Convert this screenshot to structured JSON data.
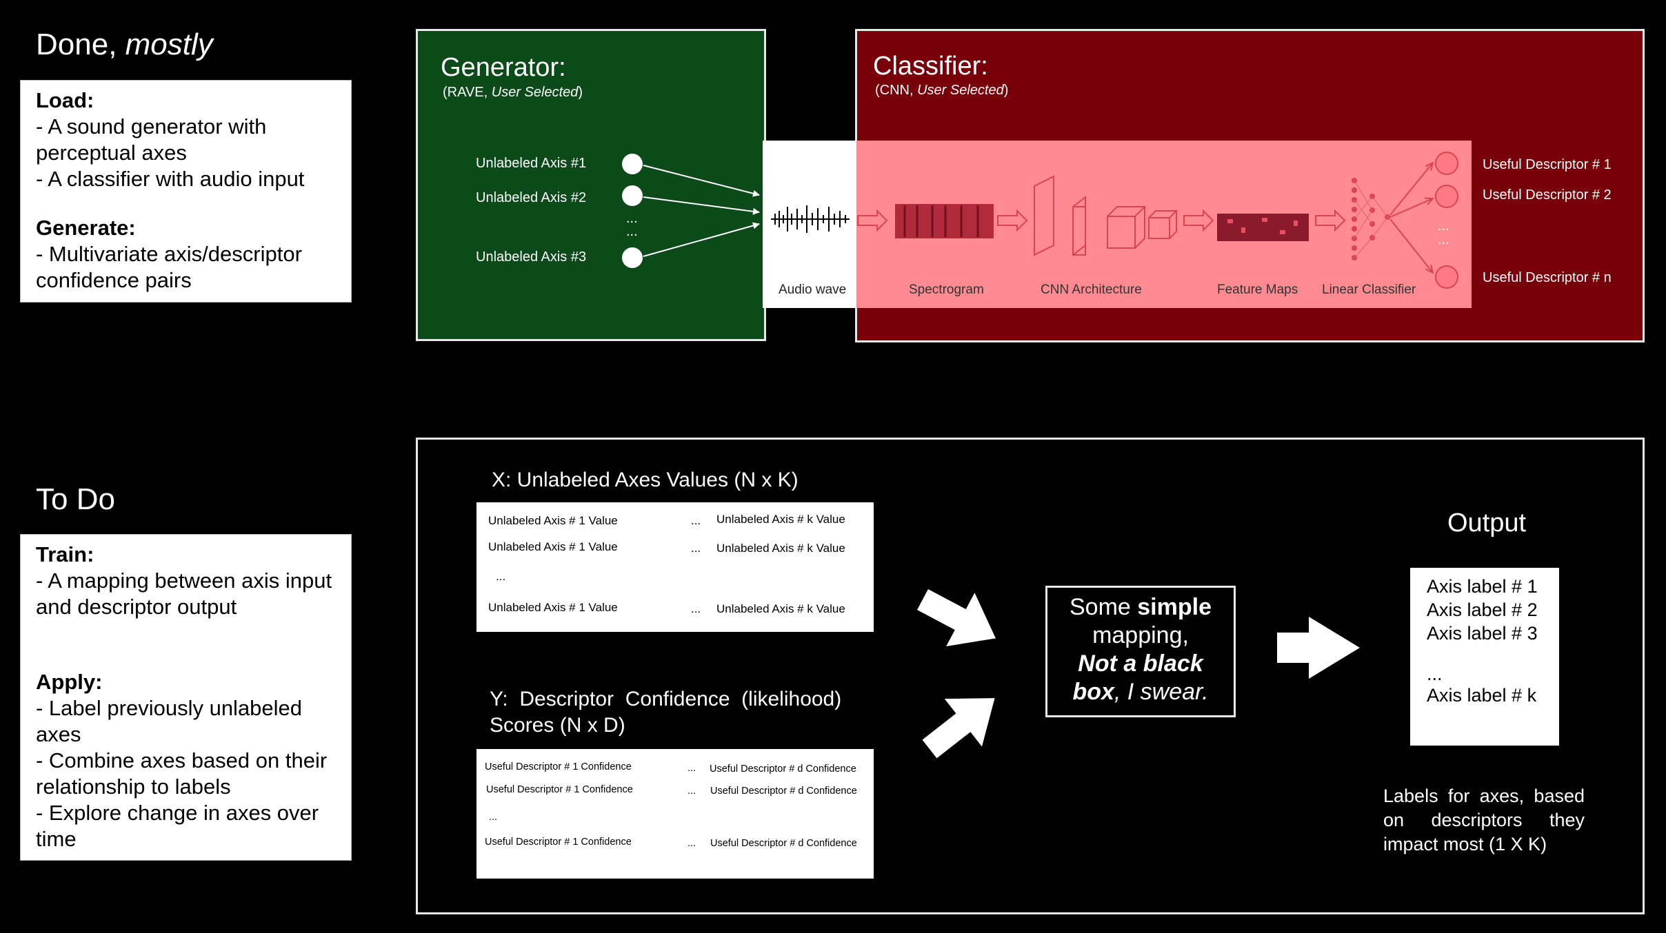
{
  "left": {
    "done_title_a": "Done, ",
    "done_title_b": "mostly",
    "load_head": "Load:",
    "load_item1": "- A sound generator with perceptual axes",
    "load_item2": "- A classifier with audio input",
    "generate_head": "Generate:",
    "generate_item1": "- Multivariate axis/descriptor confidence pairs",
    "todo_title": "To Do",
    "train_head": "Train:",
    "train_item1": "- A mapping between axis input and descriptor output",
    "apply_head": "Apply:",
    "apply_item1": "- Label previously unlabeled axes",
    "apply_item2": "- Combine axes based on their relationship to labels",
    "apply_item3": "- Explore change in axes over time"
  },
  "generator": {
    "title": "Generator:",
    "sub_a": "(RAVE, ",
    "sub_b": "User Selected",
    "sub_c": ")",
    "axes": [
      "Unlabeled Axis #1",
      "Unlabeled Axis #2",
      "Unlabeled Axis #3"
    ],
    "ellipsis": "...\n..."
  },
  "classifier": {
    "title": "Classifier:",
    "sub_a": "(CNN, ",
    "sub_b": "User Selected",
    "sub_c": ")",
    "stages": [
      "Audio wave",
      "Spectrogram",
      "CNN Architecture",
      "Feature Maps",
      "Linear Classifier"
    ],
    "descriptors": [
      "Useful Descriptor # 1",
      "Useful Descriptor # 2",
      "Useful Descriptor # n"
    ],
    "ellipsis": "...\n..."
  },
  "todo_panel": {
    "x_title": "X: Unlabeled Axes Values (N x K)",
    "x_rows": [
      {
        "a": "Unlabeled Axis # 1 Value",
        "dots": "...",
        "b": "Unlabeled Axis # k Value"
      },
      {
        "a": "Unlabeled Axis # 1 Value",
        "dots": "...",
        "b": "Unlabeled Axis # k Value"
      },
      {
        "a": "...",
        "dots": "",
        "b": ""
      },
      {
        "a": "Unlabeled Axis # 1 Value",
        "dots": "...",
        "b": "Unlabeled Axis # k Value"
      }
    ],
    "y_title_1": "Y:  Descriptor  Confidence  (likelihood)",
    "y_title_2": "Scores (N x D)",
    "y_rows": [
      {
        "a": "Useful Descriptor # 1 Confidence",
        "dots": "...",
        "b": "Useful Descriptor # d Confidence"
      },
      {
        "a": "Useful Descriptor # 1 Confidence",
        "dots": "...",
        "b": "Useful Descriptor # d Confidence"
      },
      {
        "a": "...",
        "dots": "",
        "b": ""
      },
      {
        "a": "Useful Descriptor # 1 Confidence",
        "dots": "...",
        "b": "Useful Descriptor # d Confidence"
      }
    ],
    "mapping_1a": "Some ",
    "mapping_1b": "simple",
    "mapping_2": "mapping,",
    "mapping_3": "Not a black",
    "mapping_4a": "box",
    "mapping_4b": ", I swear.",
    "output_title": "Output",
    "output_labels": [
      "Axis label # 1",
      "Axis label # 2",
      "Axis label # 3",
      "...",
      "Axis label # k"
    ],
    "output_caption": "Labels for axes, based on descriptors they impact most (1 X K)"
  },
  "colors": {
    "generator_bg": "#0c4a1a",
    "classifier_bg": "#780008",
    "pipeline_overlay": "#ff8a92"
  }
}
